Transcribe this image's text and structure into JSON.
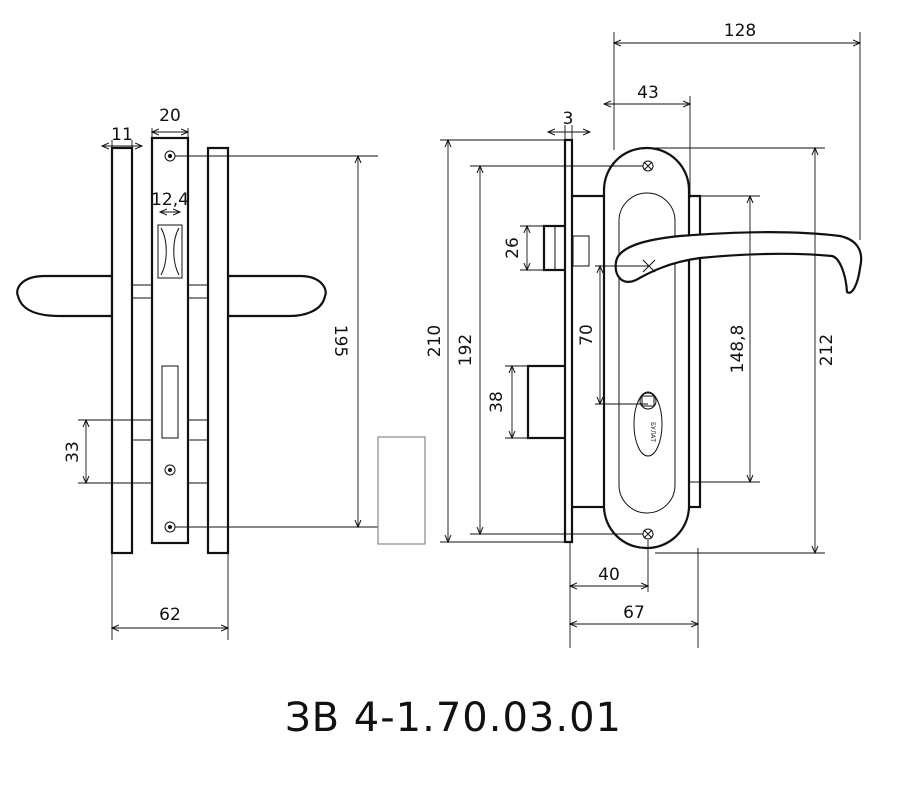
{
  "drawing": {
    "left_view_dims": {
      "plate_thickness": "11",
      "body_width": "20",
      "cylinder_width": "12,4",
      "screw_spacing": "195",
      "strike_height": "33",
      "overall_width": "62"
    },
    "right_view_dims": {
      "lever_length": "128",
      "backset_lever": "43",
      "faceplate_thickness": "3",
      "case_height": "210",
      "case_inner_height": "192",
      "latch_height": "26",
      "center_distance": "70",
      "bolt_height": "38",
      "plate_spindle_distance": "148,8",
      "plate_height": "212",
      "backset": "40",
      "case_depth": "67"
    },
    "cylinder_marking": "БУЛАТ"
  },
  "model": {
    "code": "ЗВ 4-1.70.03.01"
  }
}
